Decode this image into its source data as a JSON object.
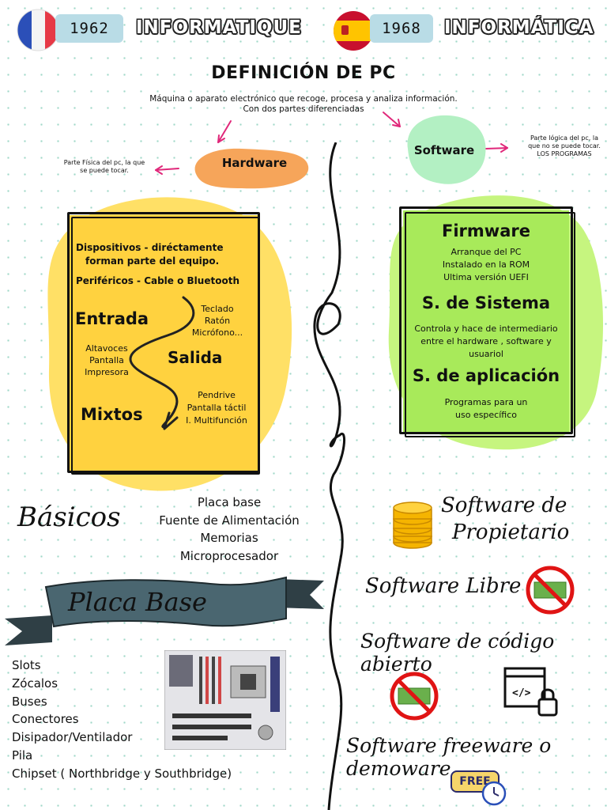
{
  "header": {
    "fr_year": "1962",
    "fr_word": "INFORMATIQUE",
    "es_year": "1968",
    "es_word": "INFORMÁTICA"
  },
  "definition": {
    "title": "DEFINICIÓN DE PC",
    "line1": "Máquina o aparato electrónico que recoge, procesa y analiza información.",
    "line2": "Con dos partes diferenciadas"
  },
  "hardware": {
    "label": "Hardware",
    "note_line1": "Parte Física del pc, la que",
    "note_line2": "se puede tocar.",
    "box": {
      "dispositivos_line1": "Dispositivos -  diréctamente",
      "dispositivos_line2": "forman parte del equipo.",
      "perifericos": "Periféricos - Cable o Bluetooth",
      "entrada": "Entrada",
      "entrada_items": [
        "Teclado",
        "Ratón",
        "Micrófono..."
      ],
      "salida": "Salida",
      "salida_items": [
        "Altavoces",
        "Pantalla",
        "Impresora"
      ],
      "mixtos": "Mixtos",
      "mixtos_items": [
        "Pendrive",
        "Pantalla táctil",
        "I. Multifunción"
      ]
    }
  },
  "software": {
    "label": "Software",
    "note_line1": "Parte lógica del pc, la",
    "note_line2": "que no se puede tocar.",
    "note_line3": "LOS PROGRAMAS",
    "box": {
      "firmware": "Firmware",
      "firmware_items": [
        "Arranque del PC",
        "Instalado en la ROM",
        "Ultima versión UEFI"
      ],
      "sistema": "S. de Sistema",
      "sistema_desc": [
        "Controla y hace de intermediario",
        "entre el hardware , software y",
        "usuariol"
      ],
      "aplicacion": "S. de aplicación",
      "aplicacion_desc": [
        "Programas para un",
        "uso específico"
      ]
    }
  },
  "basicos": {
    "title": "Básicos",
    "items": [
      "Placa base",
      "Fuente de Alimentación",
      "Memorias",
      "Microprocesador"
    ]
  },
  "placa_base": {
    "title": "Placa Base",
    "items": [
      "Slots",
      "Zócalos",
      "Buses",
      "Conectores",
      "Disipador/Ventilador",
      "Pila",
      "Chipset ( Northbridge y Southbridge)"
    ]
  },
  "licenses": {
    "propietario_line1": "Software de",
    "propietario_line2": "Propietario",
    "libre": "Software Libre",
    "abierto": "Software de código abierto",
    "freeware": "Software freeware o demoware",
    "free_badge": "FREE"
  },
  "colors": {
    "hardware_blob": "#f6a55a",
    "software_blob": "#b3f0c3",
    "yellow_area": "#ffe066",
    "yellow_box": "#ffd23f",
    "green_area": "#c6f57f",
    "green_box": "#a8ea5a",
    "arrow": "#e0287a",
    "pill": "#b9dce6",
    "ribbon": "#4a6670"
  },
  "icons": [
    "france-flag-icon",
    "spain-flag-icon",
    "coin-stack-icon",
    "no-money-icon",
    "code-lock-icon",
    "free-clock-icon",
    "motherboard-icon"
  ]
}
